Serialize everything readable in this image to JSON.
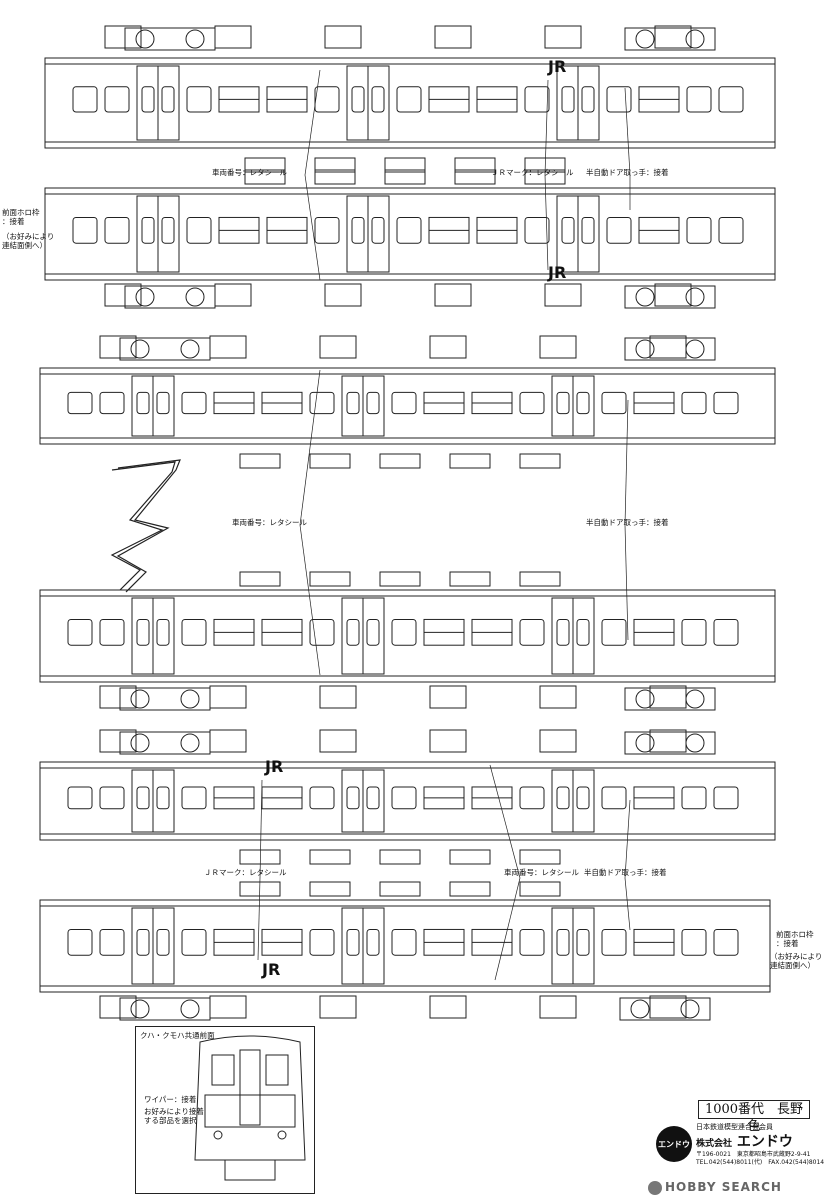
{
  "labels": {
    "car_number_decal": "車両番号：レタシール",
    "jr_mark_decal": "ＪＲマーク：レタシール",
    "half_auto_door_handle": "半自動ドア取っ手：接着",
    "front_hood_frame_attach": "前面ホロ枠\n：接着",
    "front_hood_frame_optional": "（お好みにより\n連結面側へ）",
    "front_common_title": "クハ・クモハ共通前面",
    "wiper_attach": "ワイパー：接着",
    "optional_parts_note": "お好みにより接着\nする部品を選択"
  },
  "title_box": "1000番代　長野色",
  "maker": {
    "logo_text": "エンドウ",
    "association": "日本鉄道模型連合会会員",
    "company_prefix": "株式会社",
    "company_name": "エンドウ",
    "zip_address": "〒196-0021　東京都昭島市武蔵野2-9-41",
    "tel_fax": "TEL.042(544)8011(代)　FAX.042(544)8014"
  },
  "car_marks": {
    "jr": "JR"
  },
  "watermark": "HOBBY SEARCH"
}
